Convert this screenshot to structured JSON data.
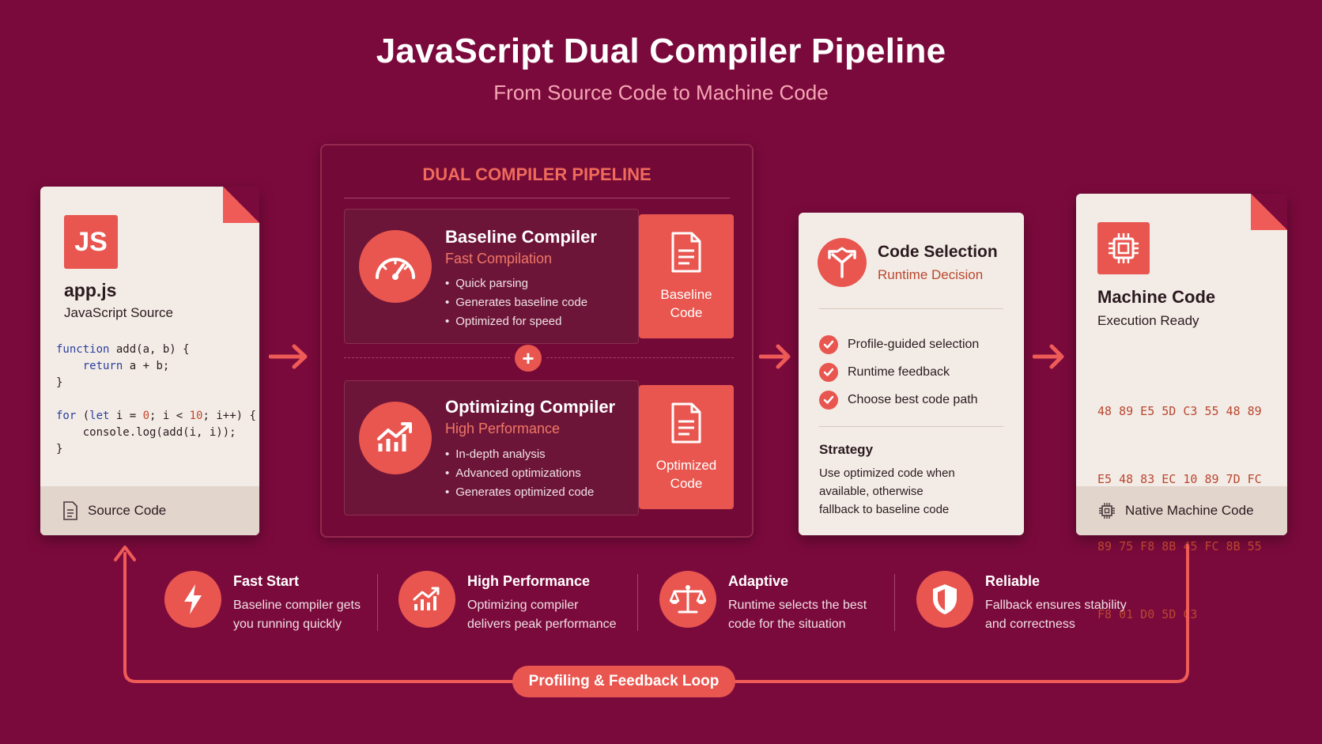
{
  "header": {
    "title": "JavaScript Dual Compiler Pipeline",
    "subtitle": "From Source Code to Machine Code"
  },
  "source": {
    "badge": "JS",
    "filename": "app.js",
    "subtitle": "JavaScript Source",
    "code": {
      "l1a": "function",
      "l1b": " add(a, b) {",
      "l2a": "    return",
      "l2b": " a + b;",
      "l3": "}",
      "l5a": "for",
      "l5b": " (",
      "l5c": "let",
      "l5d": " i = ",
      "l5e": "0",
      "l5f": "; i < ",
      "l5g": "10",
      "l5h": "; i++) {",
      "l6": "    console.log(add(i, i));",
      "l7": "}"
    },
    "footer": "Source Code"
  },
  "pipeline": {
    "title": "DUAL COMPILER PIPELINE",
    "plus": "+",
    "baseline": {
      "title": "Baseline Compiler",
      "subtitle": "Fast Compilation",
      "bullets": [
        "Quick parsing",
        "Generates baseline code",
        "Optimized for speed"
      ],
      "output_l1": "Baseline",
      "output_l2": "Code"
    },
    "optimizing": {
      "title": "Optimizing Compiler",
      "subtitle": "High Performance",
      "bullets": [
        "In-depth analysis",
        "Advanced optimizations",
        "Generates optimized code"
      ],
      "output_l1": "Optimized",
      "output_l2": "Code"
    }
  },
  "selection": {
    "title": "Code Selection",
    "subtitle": "Runtime Decision",
    "checks": [
      "Profile-guided selection",
      "Runtime feedback",
      "Choose best code path"
    ],
    "strategy_heading": "Strategy",
    "strategy_l1": "Use optimized code when",
    "strategy_l2": "available, otherwise",
    "strategy_l3": "fallback to baseline code"
  },
  "machine": {
    "title": "Machine Code",
    "subtitle": "Execution Ready",
    "hex": [
      "48 89 E5 5D C3 55 48 89",
      "E5 48 83 EC 10 89 7D FC",
      "89 75 F8 8B 45 FC 8B 55",
      "F8 01 D0 5D C3"
    ],
    "footer": "Native Machine Code"
  },
  "benefits": [
    {
      "title": "Fast Start",
      "l1": "Baseline compiler gets",
      "l2": "you running quickly",
      "icon": "lightning-icon"
    },
    {
      "title": "High Performance",
      "l1": "Optimizing compiler",
      "l2": "delivers peak performance",
      "icon": "chart-up-icon"
    },
    {
      "title": "Adaptive",
      "l1": "Runtime selects the best",
      "l2": "code for the situation",
      "icon": "scales-icon"
    },
    {
      "title": "Reliable",
      "l1": "Fallback ensures stability",
      "l2": "and correctness",
      "icon": "shield-icon"
    }
  ],
  "loop": {
    "label": "Profiling & Feedback Loop"
  },
  "colors": {
    "background": "#7b0a3c",
    "accent": "#e8564f",
    "card": "#f3ece6"
  }
}
